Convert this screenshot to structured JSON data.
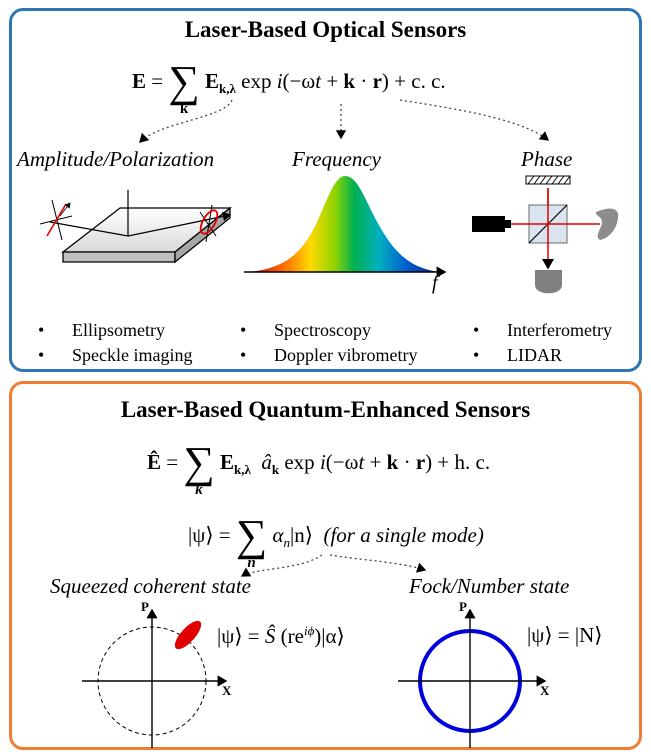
{
  "top": {
    "title": "Laser-Based Optical Sensors",
    "equation": {
      "lhs": "E",
      "equals": "=",
      "sum_sub": "k",
      "term_E": "E",
      "term_sub": "k,λ",
      "exp": "exp",
      "i": "i",
      "paren_open": "(−ω",
      "t": "t",
      "plus": " + ",
      "k": "k",
      "dot": " · ",
      "r": "r",
      "paren_close": ")",
      "tail": " + c. c."
    },
    "captions": {
      "amplitude": "Amplitude/Polarization",
      "frequency": "Frequency",
      "phase": "Phase"
    },
    "freq_axis_label": "f",
    "bullets": {
      "amplitude": [
        "Ellipsometry",
        "Speckle imaging"
      ],
      "frequency": [
        "Spectroscopy",
        "Doppler vibrometry"
      ],
      "phase": [
        "Interferometry",
        "LIDAR"
      ]
    }
  },
  "bottom": {
    "title": "Laser-Based Quantum-Enhanced Sensors",
    "equation1": {
      "lhs": "Ê",
      "equals": "=",
      "sum_sub": "k",
      "term_E": "E",
      "term_sub": "k,λ",
      "op": "â",
      "op_sub": "k",
      "exp": "exp",
      "i": "i",
      "paren_open": "(−ω",
      "t": "t",
      "plus": " + ",
      "k": "k",
      "dot": " · ",
      "r": "r",
      "paren_close": ")",
      "tail": " + h. c."
    },
    "equation2": {
      "lhs": "|ψ⟩ =",
      "sum_sub": "n",
      "term": "α",
      "term_sub": "n",
      "ket": "|n⟩",
      "note": "(for a single mode)"
    },
    "captions": {
      "squeezed": "Squeezed coherent state",
      "fock": "Fock/Number state"
    },
    "squeezed_eq": {
      "lhs": "|ψ⟩ =",
      "op": "Ŝ",
      "arg_open": " (re",
      "arg_sup": "iϕ",
      "arg_close": ")|α⟩"
    },
    "fock_eq": "|ψ⟩ = |N⟩",
    "axis_labels": {
      "p": "P",
      "x": "X"
    }
  },
  "colors": {
    "top_border": "#2e75b6",
    "bottom_border": "#ed7d31",
    "squeezed_ellipse": "#e00000",
    "fock_circle": "#0000dd",
    "laser_beam": "#e00000"
  }
}
